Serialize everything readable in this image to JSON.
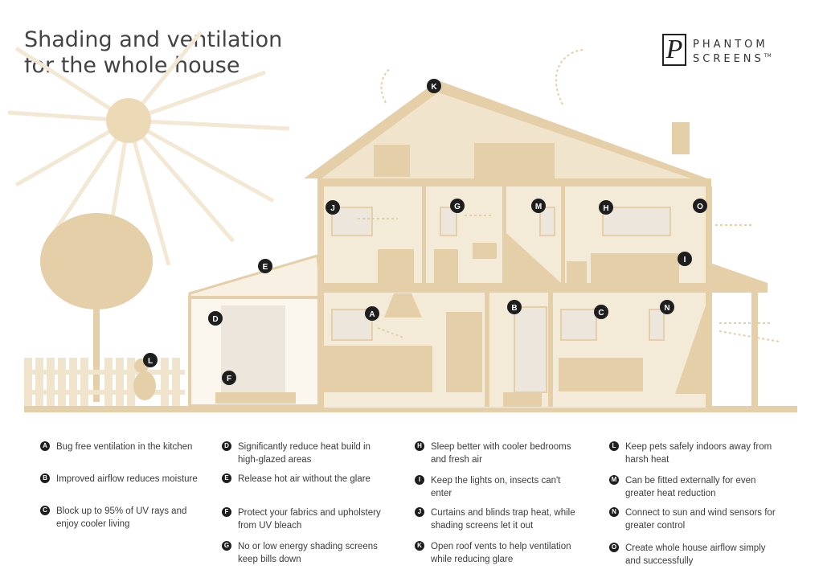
{
  "title_line1": "Shading and ventilation",
  "title_line2": "for the whole house",
  "brand": {
    "mark": "P",
    "line1": "PHANTOM",
    "line2": "SCREENS",
    "tm": "TM"
  },
  "markers": [
    "A",
    "B",
    "C",
    "D",
    "E",
    "F",
    "G",
    "H",
    "I",
    "J",
    "K",
    "L",
    "M",
    "N",
    "O"
  ],
  "legend": [
    {
      "letter": "A",
      "text": "Bug free ventilation in the kitchen"
    },
    {
      "letter": "B",
      "text": "Improved airflow reduces moisture"
    },
    {
      "letter": "C",
      "text": "Block up to 95% of UV rays and enjoy cooler living"
    },
    {
      "letter": "D",
      "text": "Significantly reduce heat build in high-glazed areas"
    },
    {
      "letter": "E",
      "text": "Release hot air without the glare"
    },
    {
      "letter": "F",
      "text": "Protect your fabrics and upholstery from UV bleach"
    },
    {
      "letter": "G",
      "text": "No or low energy shading screens keep bills down"
    },
    {
      "letter": "H",
      "text": "Sleep better with cooler bedrooms and fresh air"
    },
    {
      "letter": "I",
      "text": "Keep the lights on, insects can't enter"
    },
    {
      "letter": "J",
      "text": "Curtains and blinds trap heat, while shading screens let it out"
    },
    {
      "letter": "K",
      "text": "Open roof vents to help ventilation while reducing glare"
    },
    {
      "letter": "L",
      "text": "Keep pets safely indoors away from harsh heat"
    },
    {
      "letter": "M",
      "text": "Can be fitted externally for even greater heat reduction"
    },
    {
      "letter": "N",
      "text": "Connect to sun and wind sensors for greater control"
    },
    {
      "letter": "O",
      "text": "Create whole house airflow simply and successfully"
    }
  ],
  "colors": {
    "tan": "#e4cfa8",
    "tan_light": "#f1e4cc",
    "tan_pale": "#f8f0e2",
    "dark": "#1e1e1e"
  }
}
